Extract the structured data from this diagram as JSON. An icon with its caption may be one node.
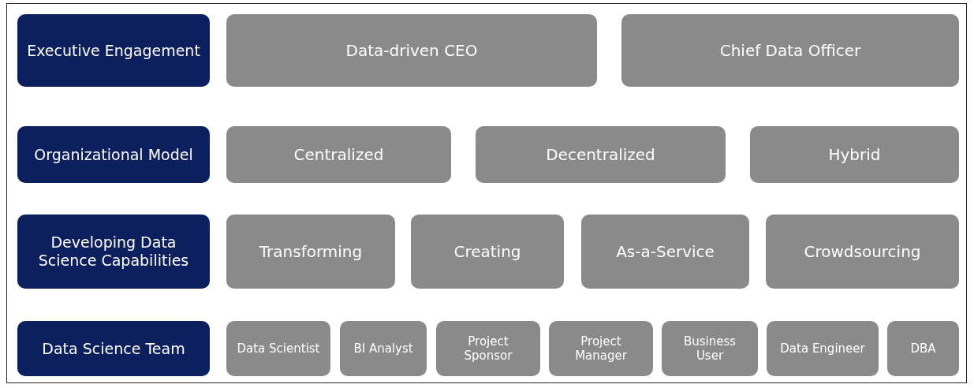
{
  "diagram": {
    "nodes": [
      {
        "text": [
          "Executive Engagement"
        ]
      },
      {
        "text": [
          "Data-driven CEO"
        ]
      },
      {
        "text": [
          "Chief Data Officer"
        ]
      },
      {
        "text": [
          "Organizational Model"
        ]
      },
      {
        "text": [
          "Centralized"
        ]
      },
      {
        "text": [
          "Decentralized"
        ]
      },
      {
        "text": [
          "Hybrid"
        ]
      },
      {
        "text": [
          "Developing Data Science Capabilities"
        ]
      },
      {
        "text": [
          "Transforming"
        ]
      },
      {
        "text": [
          "Creating"
        ]
      },
      {
        "text": [
          "As-a-Service"
        ]
      },
      {
        "text": [
          "Crowdsourcing"
        ]
      },
      {
        "text": [
          "Data Science Team"
        ]
      },
      {
        "text": [
          "Data Scientist"
        ]
      },
      {
        "text": [
          "BI Analyst"
        ]
      },
      {
        "text": [
          "Project Sponsor"
        ]
      },
      {
        "text": [
          "Project Manager"
        ]
      },
      {
        "text": [
          "Business User"
        ]
      },
      {
        "text": [
          "Data Engineer"
        ]
      },
      {
        "text": [
          "DBA"
        ]
      }
    ],
    "edges": []
  }
}
